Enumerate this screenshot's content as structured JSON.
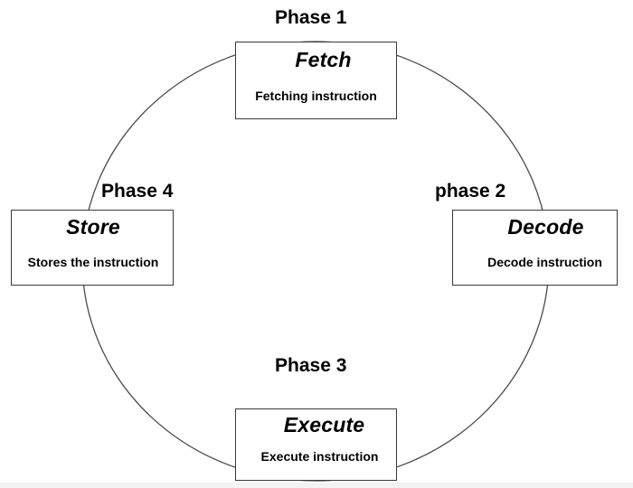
{
  "diagram": {
    "type": "cycle",
    "shape": "ellipse-ring",
    "background_color": "#ffffff",
    "ring_color": "#4a4a4a",
    "box_border_color": "#3a3a3a",
    "text_color": "#000000",
    "phases": [
      {
        "label": "Phase 1",
        "title": "Fetch",
        "description": "Fetching instruction",
        "position": "top"
      },
      {
        "label": "phase 2",
        "title": "Decode",
        "description": "Decode instruction",
        "position": "right"
      },
      {
        "label": "Phase 3",
        "title": "Execute",
        "description": "Execute instruction",
        "position": "bottom"
      },
      {
        "label": "Phase 4",
        "title": "Store",
        "description": "Stores the instruction",
        "position": "left"
      }
    ]
  }
}
